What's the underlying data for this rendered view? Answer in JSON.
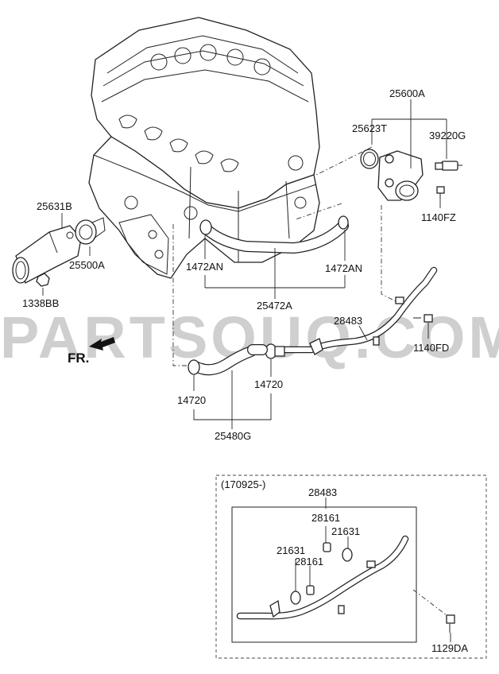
{
  "watermark": "PARTSOUQ.COM",
  "direction": {
    "label": "FR."
  },
  "callouts": {
    "p25600A": "25600A",
    "p25623T": "25623T",
    "p39220G": "39220G",
    "p1140FZ": "1140FZ",
    "p25631B": "25631B",
    "p25500A": "25500A",
    "p1338BB": "1338BB",
    "p1472AN_left": "1472AN",
    "p1472AN_right": "1472AN",
    "p25472A": "25472A",
    "p28483": "28483",
    "p1140FD": "1140FD",
    "p14720_left": "14720",
    "p14720_right": "14720",
    "p25480G": "25480G"
  },
  "inset": {
    "date_range": "(170925-)",
    "p28483": "28483",
    "p28161_top": "28161",
    "p21631_right": "21631",
    "p21631_left": "21631",
    "p28161_bottom": "28161",
    "p1129DA": "1129DA"
  }
}
